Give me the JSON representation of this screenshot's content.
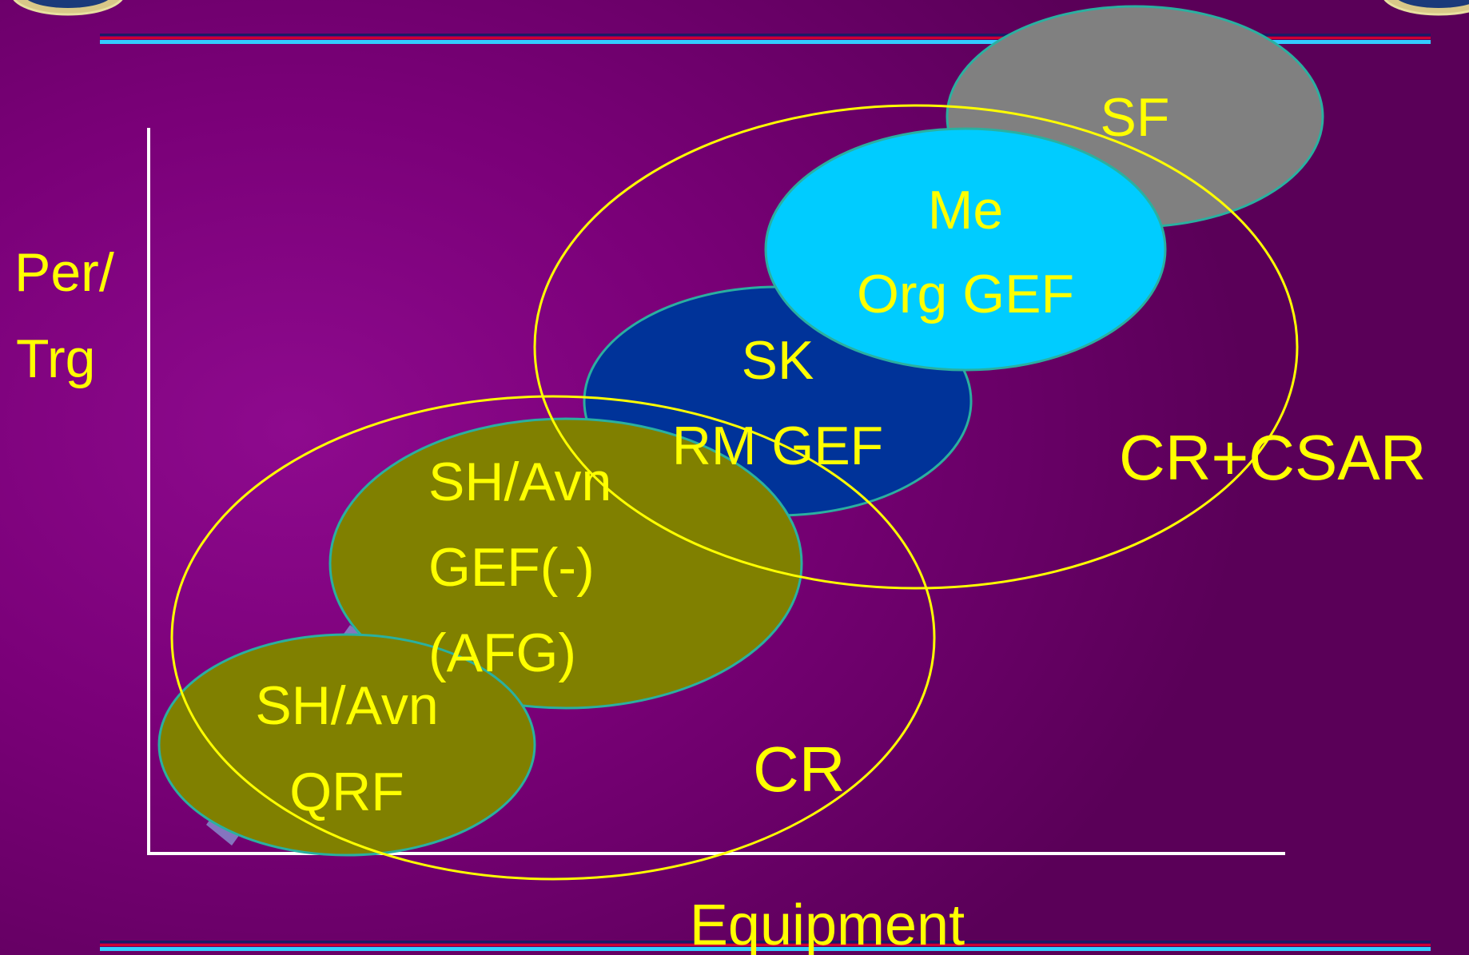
{
  "slide": {
    "y_axis_label": [
      "Per/",
      "Trg"
    ],
    "x_axis_label": "Equipment"
  },
  "colors": {
    "background": "#7a0078",
    "text": "#ffff00",
    "ring": "#ffff00",
    "bubble_outline": "#2ab0a0",
    "axis": "#ffffff",
    "sf_fill": "#808080",
    "me_fill": "#00ccff",
    "sk_fill": "#003399",
    "sh_fill": "#808000",
    "border_red": "#cc0033",
    "border_navy": "#1a1a66",
    "border_cyan": "#33ccff"
  },
  "bubbles": {
    "sf": {
      "lines": [
        "SF"
      ]
    },
    "me": {
      "lines": [
        "Me",
        "Org GEF"
      ]
    },
    "sk": {
      "lines": [
        "SK",
        "RM GEF"
      ]
    },
    "sh_gef": {
      "lines": [
        "SH/Avn",
        "GEF(-)",
        "(AFG)"
      ]
    },
    "sh_qrf": {
      "lines": [
        "SH/Avn",
        "QRF"
      ]
    }
  },
  "rings": {
    "cr": "CR",
    "cr_csar": "CR+CSAR"
  }
}
